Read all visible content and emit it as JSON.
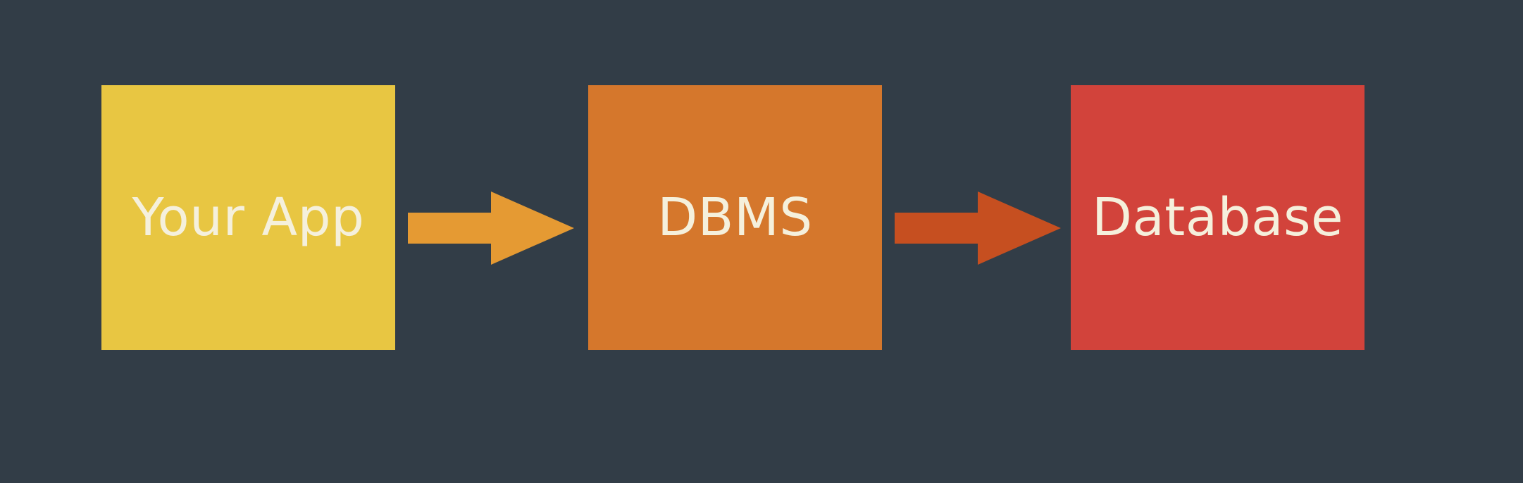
{
  "diagram": {
    "background": "#323d47",
    "nodes": [
      {
        "id": "app",
        "label": "Your App",
        "color": "#e8c642"
      },
      {
        "id": "dbms",
        "label": "DBMS",
        "color": "#d5772c"
      },
      {
        "id": "db",
        "label": "Database",
        "color": "#d2433b"
      }
    ],
    "edges": [
      {
        "from": "Your App",
        "to": "DBMS",
        "color": "#e59a33",
        "icon": "arrow-right-icon"
      },
      {
        "from": "DBMS",
        "to": "Database",
        "color": "#c64f20",
        "icon": "arrow-right-icon"
      }
    ]
  }
}
